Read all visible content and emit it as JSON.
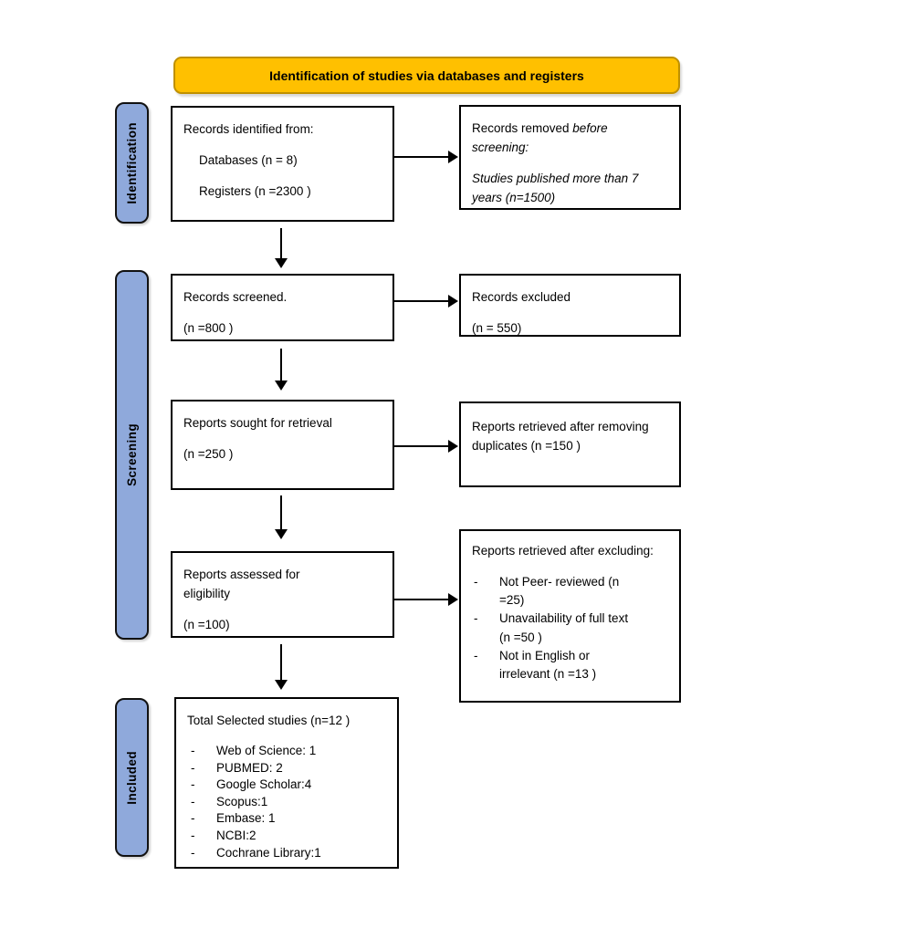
{
  "banner": {
    "title": "Identification of studies via databases and registers"
  },
  "stages": {
    "identification": "Identification",
    "screening": "Screening",
    "included": "Included"
  },
  "list_marker": "-",
  "colors": {
    "banner_bg": "#FFC000",
    "banner_border": "#BF9000",
    "stage_bg": "#8FA9DB",
    "box_border": "#000000",
    "text": "#000000"
  },
  "boxes": {
    "records_identified": {
      "heading": "Records identified from:",
      "databases": "Databases (n = 8)",
      "registers": "Registers (n =2300 )"
    },
    "records_removed": {
      "text_normal": "Records removed ",
      "text_italic": "before screening:",
      "reason_italic": "Studies published more than 7 years (n=1500)"
    },
    "records_screened": {
      "line1": "Records screened.",
      "line2": "(n =800 )"
    },
    "records_excluded": {
      "line1": "Records excluded",
      "line2": "(n = 550)"
    },
    "reports_sought": {
      "line1": "Reports sought for retrieval",
      "line2": "(n =250 )"
    },
    "reports_retrieved_dup": {
      "line1": "Reports retrieved after removing duplicates (n =150 )"
    },
    "reports_assessed": {
      "line1": "Reports assessed for eligibility",
      "line2": "(n =100)"
    },
    "reports_excluding": {
      "heading": "Reports retrieved after excluding:",
      "items": [
        "Not Peer- reviewed (n =25)",
        "Unavailability of full text (n =50 )",
        "Not in English or irrelevant (n =13 )"
      ]
    },
    "total_selected": {
      "heading": "Total Selected studies (n=12 )",
      "items": [
        "Web of Science: 1",
        "PUBMED: 2",
        "Google Scholar:4",
        "Scopus:1",
        "Embase: 1",
        "NCBI:2",
        "Cochrane Library:1"
      ]
    }
  }
}
